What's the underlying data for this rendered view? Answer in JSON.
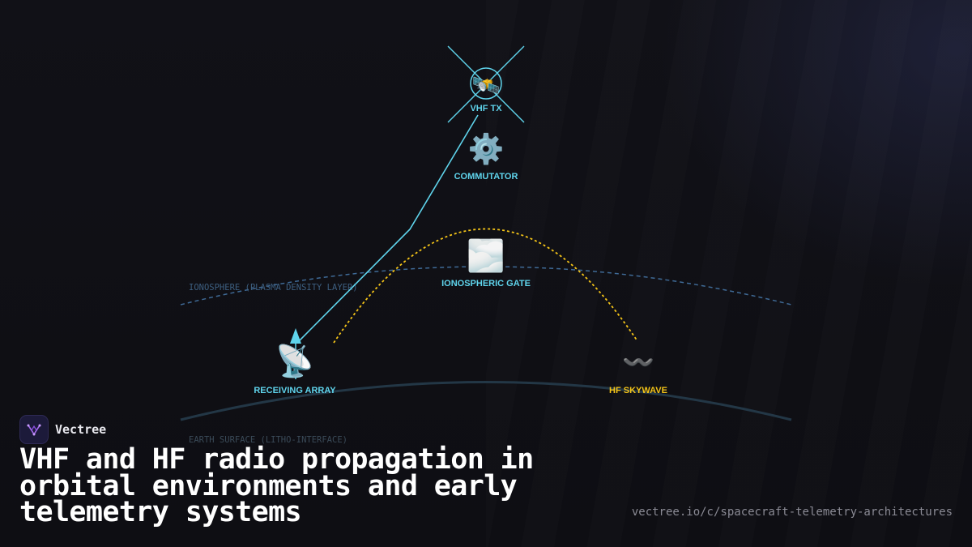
{
  "diagram": {
    "nodes": {
      "vhf_tx": {
        "icon": "satellite-icon",
        "glyph": "🛰️",
        "label": "VHF TX",
        "color": "#5fd4ec"
      },
      "commutator": {
        "icon": "gear-icon",
        "glyph": "⚙️",
        "label": "COMMUTATOR",
        "color": "#5fd4ec"
      },
      "ionospheric_gate": {
        "icon": "fog-icon",
        "glyph": "🌫️",
        "label": "IONOSPHERIC GATE",
        "color": "#5fd4ec"
      },
      "receiving_array": {
        "icon": "satellite-dish-icon",
        "glyph": "📡",
        "label": "RECEIVING ARRAY",
        "color": "#5fd4ec"
      },
      "hf_skywave": {
        "icon": "wavy-dash-icon",
        "glyph": "〰️",
        "label": "HF SKYWAVE",
        "color": "#f5c518"
      }
    },
    "layers": {
      "ionosphere": "IONOSPHERE (PLASMA DENSITY LAYER)",
      "earth_surface": "EARTH SURFACE (LITHO-INTERFACE)"
    },
    "colors": {
      "vhf_path": "#5fd4ec",
      "hf_path": "#f5c518",
      "ionosphere_line": "#3f6a96",
      "earth_line": "#233746"
    }
  },
  "brand": {
    "name": "Vectree",
    "logo_icon": "vectree-logo-icon"
  },
  "title": "VHF and HF radio propagation in orbital environments and early telemetry systems",
  "url": "vectree.io/c/spacecraft-telemetry-architectures"
}
